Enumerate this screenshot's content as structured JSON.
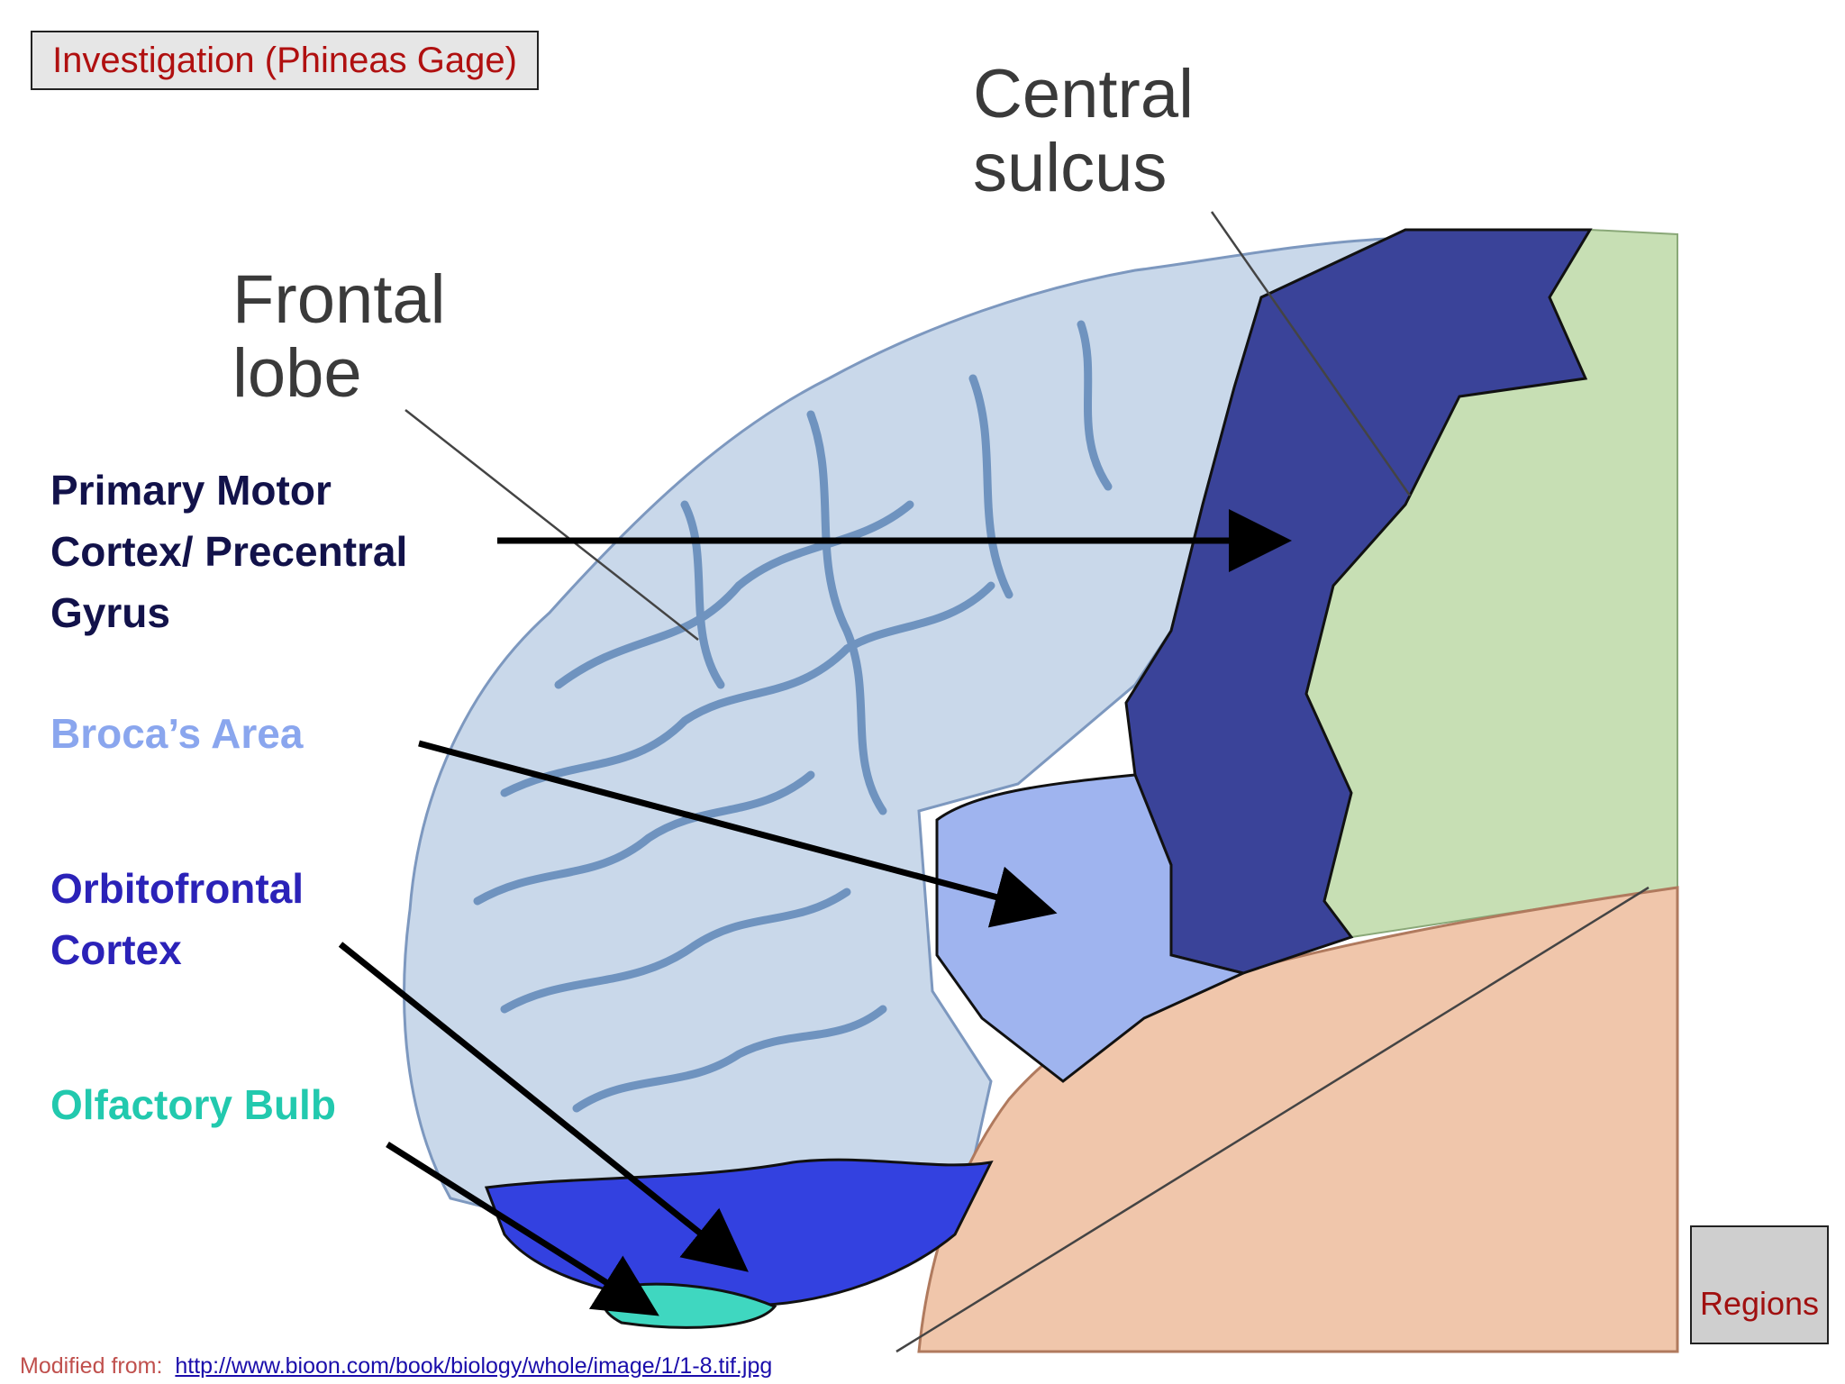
{
  "header": {
    "title": "Investigation (Phineas Gage)"
  },
  "diagram_labels": {
    "frontal_lobe": [
      "Frontal",
      "lobe"
    ],
    "central_sulcus": [
      "Central",
      "sulcus"
    ]
  },
  "regions": [
    {
      "key": "motor",
      "lines": [
        "Primary Motor",
        "Cortex/ Precentral",
        "Gyrus"
      ],
      "color": "#12124a",
      "fill": "#3a4399"
    },
    {
      "key": "broca",
      "lines": [
        "Broca’s Area"
      ],
      "color": "#8aa6ee",
      "fill": "#9fb4ef"
    },
    {
      "key": "orbitofrontal",
      "lines": [
        "Orbitofrontal",
        "Cortex"
      ],
      "color": "#2b22b8",
      "fill": "#3341e0"
    },
    {
      "key": "olfactory",
      "lines": [
        "Olfactory Bulb"
      ],
      "color": "#22c9ae",
      "fill": "#3fd7c0"
    }
  ],
  "colors": {
    "frontal_lobe": "#c9d8ea",
    "parietal_lobe": "#c7dfb4",
    "temporal_lobe": "#f0c6ab",
    "sulcus_lines": "#6f93bf"
  },
  "nav": {
    "regions_button": "Regions"
  },
  "credit": {
    "prefix": "Modified from:",
    "url": "http://www.bioon.com/book/biology/whole/image/1/1-8.tif.jpg"
  }
}
